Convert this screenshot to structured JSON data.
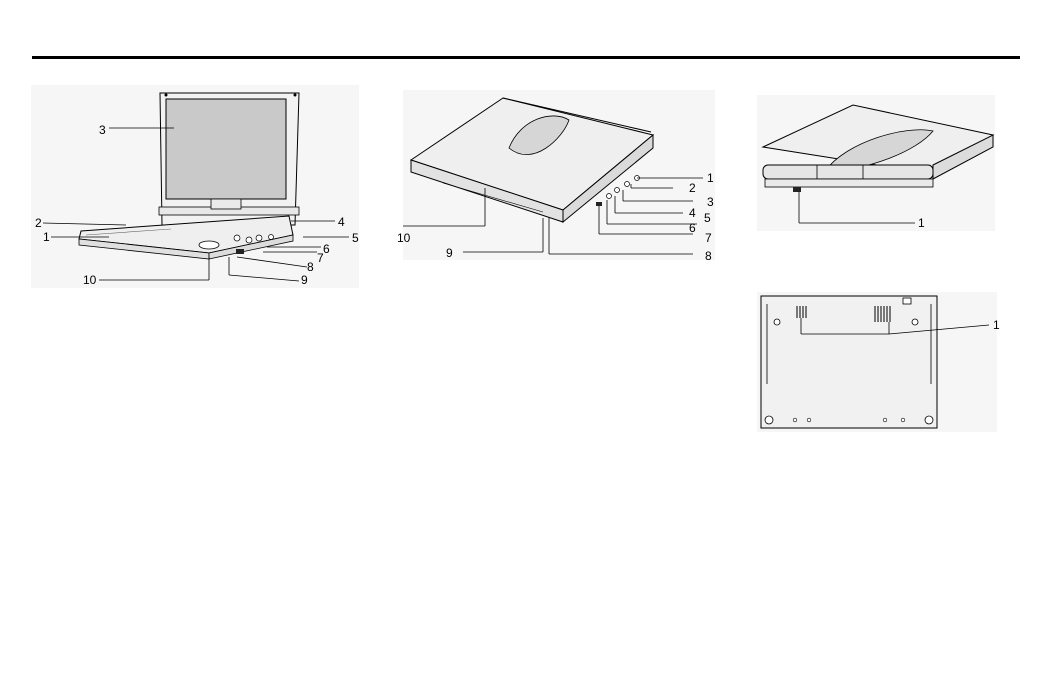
{
  "figure_front_open": {
    "callouts": {
      "c1": "1",
      "c2": "2",
      "c3": "3",
      "c4": "4",
      "c5": "5",
      "c6": "6",
      "c7": "7",
      "c8": "8",
      "c9": "9",
      "c10": "10"
    }
  },
  "figure_closed_side": {
    "callouts": {
      "c1": "1",
      "c2": "2",
      "c3": "3",
      "c4": "4",
      "c5": "5",
      "c6": "6",
      "c7": "7",
      "c8": "8",
      "c9": "9",
      "c10": "10"
    }
  },
  "figure_closed_front": {
    "callouts": {
      "c1": "1"
    }
  },
  "figure_bottom": {
    "callouts": {
      "c1": "1"
    }
  }
}
